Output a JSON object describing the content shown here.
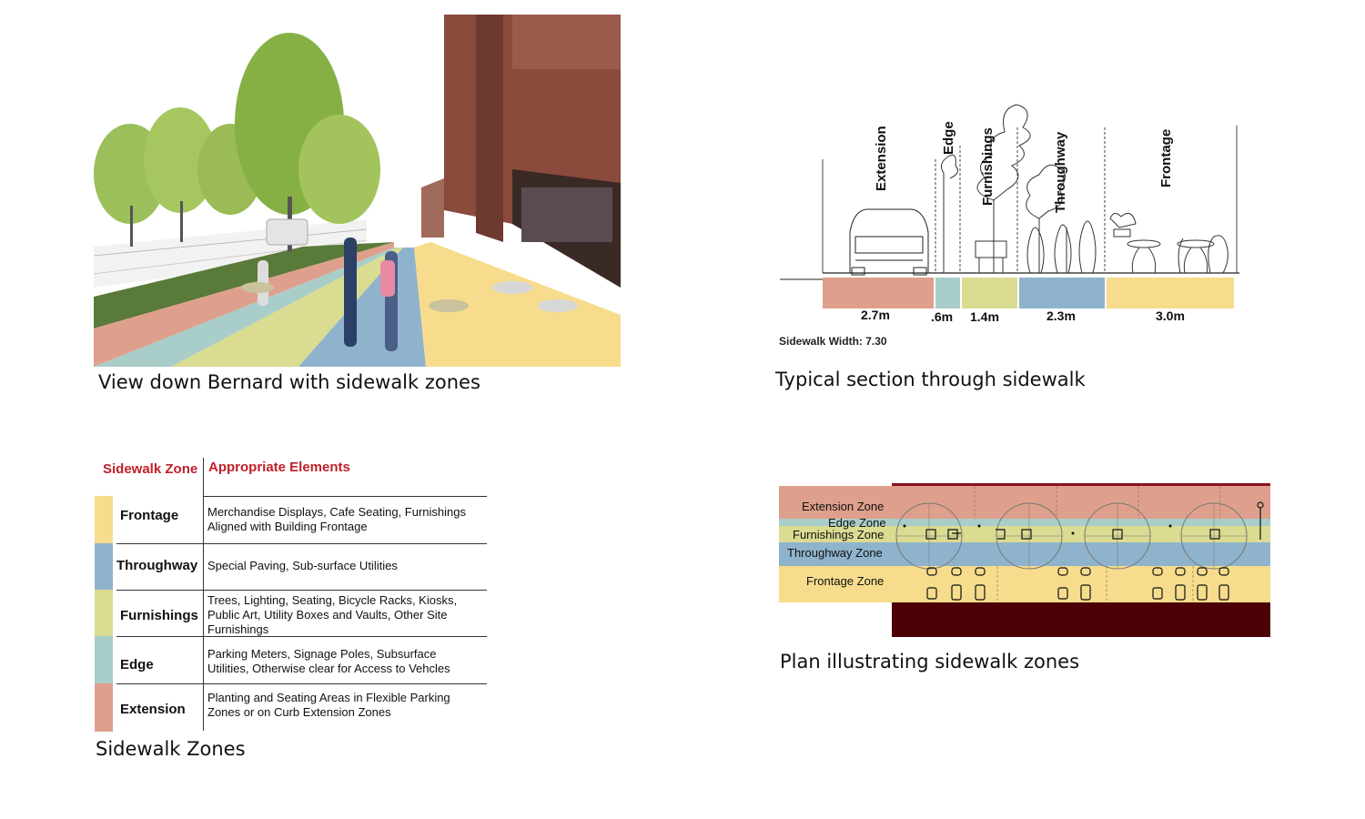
{
  "colors": {
    "frontage": "#f6dc8c",
    "throughway": "#8fb3cc",
    "furnishings": "#d9dc91",
    "edge": "#a9cdc9",
    "extension": "#dea08c",
    "header_red": "#c0202a",
    "curb_dark": "#4a0004"
  },
  "street_view": {
    "caption": "View down Bernard with sidewalk zones"
  },
  "section": {
    "caption": "Typical section through sidewalk",
    "labels": [
      "Extension",
      "Edge",
      "Furnishings",
      "Throughway",
      "Frontage"
    ],
    "dimensions": [
      "2.7m",
      ".6m",
      "1.4m",
      "2.3m",
      "3.0m"
    ],
    "widths_m": [
      2.7,
      0.6,
      1.4,
      2.3,
      3.0
    ],
    "total_label": "Sidewalk Width: 7.30"
  },
  "zones_table": {
    "caption": "Sidewalk Zones",
    "header_zone": "Sidewalk Zone",
    "header_elements": "Appropriate Elements",
    "rows": [
      {
        "zone": "Frontage",
        "elements": "Merchandise Displays, Cafe Seating, Furnishings Aligned with Building Frontage"
      },
      {
        "zone": "Throughway",
        "elements": "Special Paving, Sub-surface Utilities"
      },
      {
        "zone": "Furnishings",
        "elements": "Trees, Lighting, Seating, Bicycle Racks, Kiosks, Public Art, Utility Boxes and Vaults, Other Site Furnishings"
      },
      {
        "zone": "Edge",
        "elements": "Parking Meters, Signage Poles, Subsurface Utilities, Otherwise clear for Access to Vehcles"
      },
      {
        "zone": "Extension",
        "elements": "Planting and Seating Areas in Flexible Parking Zones or on Curb Extension Zones"
      }
    ]
  },
  "plan": {
    "caption": "Plan illustrating sidewalk zones",
    "zone_labels": [
      "Extension Zone",
      "Edge Zone",
      "Furnishings Zone",
      "Throughway Zone",
      "Frontage Zone"
    ]
  }
}
